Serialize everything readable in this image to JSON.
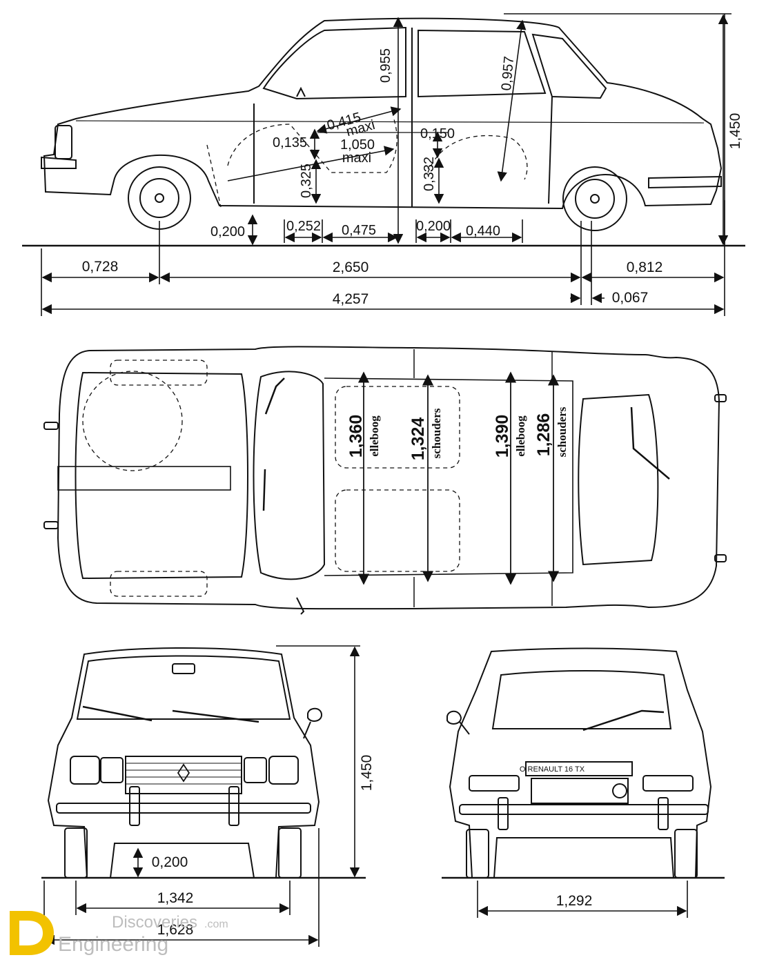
{
  "side_view": {
    "dims": {
      "front_overhang": "0,728",
      "wheelbase": "2,650",
      "rear_overhang": "0,812",
      "overall_length": "4,257",
      "rear_offset": "0,067",
      "height": "1,450",
      "ground_clearance": "0,200",
      "front_headroom": "0,955",
      "rear_headroom": "0,957",
      "front_seat_depth": "0,415",
      "front_seat_depth_note": "maxi",
      "front_legroom": "1,050",
      "front_legroom_note": "maxi",
      "front_seat_rise": "0,135",
      "front_seat_height": "0,325",
      "rear_seat_rise": "0,150",
      "rear_seat_height": "0,332",
      "front_footwell": "0,252",
      "front_seat_length": "0,475",
      "rear_footwell": "0,200",
      "rear_seat_length": "0,440"
    }
  },
  "top_view": {
    "dims": {
      "front_elbow": "1,360",
      "front_elbow_label": "elleboog",
      "front_shoulder": "1,324",
      "front_shoulder_label": "schouders",
      "rear_elbow": "1,390",
      "rear_elbow_label": "elleboog",
      "rear_shoulder": "1,286",
      "rear_shoulder_label": "schouders"
    }
  },
  "front_view": {
    "dims": {
      "height": "1,450",
      "ground_clearance": "0,200",
      "track": "1,342",
      "width": "1,628"
    }
  },
  "rear_view": {
    "plate": "O RENAULT 16 TX",
    "dims": {
      "track": "1,292"
    }
  },
  "watermark": {
    "line1": "Discoveries",
    "line1_suffix": ".com",
    "line2": "Engineering",
    "logo_color": "#f2c200"
  }
}
